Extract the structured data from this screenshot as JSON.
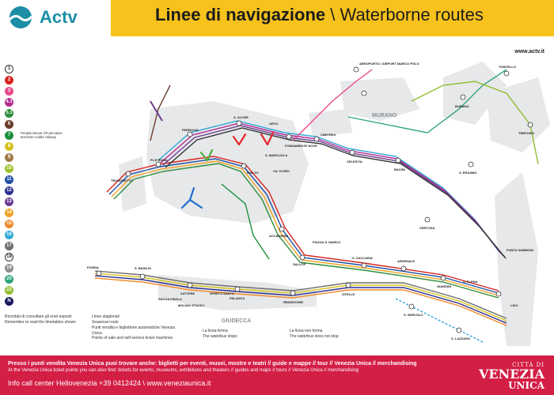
{
  "header": {
    "brand": "Actv",
    "title_bold": "Linee di navigazione",
    "title_sep": " \\ ",
    "title_en": "Waterborne routes",
    "url": "www.actv.it"
  },
  "legend": {
    "lines": [
      {
        "id": "1",
        "color": "#ffffff",
        "text": "#333333",
        "border": "#333333"
      },
      {
        "id": "2",
        "color": "#d9231d",
        "text": "#ffffff"
      },
      {
        "id": "3",
        "color": "#e94a8a",
        "text": "#ffffff"
      },
      {
        "id": "4.1",
        "color": "#b3288f",
        "text": "#ffffff"
      },
      {
        "id": "5.1",
        "color": "#2b8c3a",
        "text": "#ffffff"
      },
      {
        "id": "6",
        "color": "#6b3d2a",
        "text": "#ffffff"
      },
      {
        "id": "7",
        "color": "#1c8f3a",
        "text": "#ffffff"
      },
      {
        "id": "8",
        "color": "#d3c21d",
        "text": "#ffffff"
      },
      {
        "id": "9",
        "color": "#a27b4a",
        "text": "#ffffff"
      },
      {
        "id": "10",
        "color": "#9cbf2a",
        "text": "#ffffff"
      },
      {
        "id": "11",
        "color": "#1e4fa3",
        "text": "#ffffff"
      },
      {
        "id": "12",
        "color": "#2d2f8f",
        "text": "#ffffff"
      },
      {
        "id": "13",
        "color": "#6a3d91",
        "text": "#ffffff"
      },
      {
        "id": "14",
        "color": "#f2a11f",
        "text": "#ffffff"
      },
      {
        "id": "15",
        "color": "#f08a2a",
        "text": "#ffffff"
      },
      {
        "id": "16",
        "color": "#2fa8d7",
        "text": "#ffffff"
      },
      {
        "id": "17",
        "color": "#6e6e6e",
        "text": "#ffffff"
      },
      {
        "id": "18",
        "color": "#ffffff",
        "text": "#333333",
        "border": "#333333"
      },
      {
        "id": "19",
        "color": "#8e8e8e",
        "text": "#ffffff"
      },
      {
        "id": "20",
        "color": "#2ba37a",
        "text": "#ffffff"
      },
      {
        "id": "22",
        "color": "#8fbf2f",
        "text": "#ffffff"
      },
      {
        "id": "N",
        "color": "#1a1a5e",
        "text": "#ffffff"
      }
    ],
    "people_mover": "People Mover //Funicolare terrestre Cable railway"
  },
  "map_labels": {
    "areas": [
      "MURANO",
      "GIUDECCA"
    ],
    "stations": [
      {
        "name": "AEROPORTO / AIRPORT MARCO POLO"
      },
      {
        "name": "S. ALVISE"
      },
      {
        "name": "ORTO"
      },
      {
        "name": "FONDAMENTE NOVE"
      },
      {
        "name": "CIMITERO"
      },
      {
        "name": "CELESTIA"
      },
      {
        "name": "BACINI"
      },
      {
        "name": "FERROVIA"
      },
      {
        "name": "P.LE ROMA"
      },
      {
        "name": "TRONCHETTO"
      },
      {
        "name": "S. MARCUOLA"
      },
      {
        "name": "CA' D'ORO"
      },
      {
        "name": "RIALTO"
      },
      {
        "name": "ACCADEMIA"
      },
      {
        "name": "S. ZACCARIA"
      },
      {
        "name": "ARSENALE"
      },
      {
        "name": "PIAZZA S. MARCO"
      },
      {
        "name": "ZATTERE"
      },
      {
        "name": "SPIRITO SANTO"
      },
      {
        "name": "SALUTE"
      },
      {
        "name": "GIARDINI"
      },
      {
        "name": "S. ELENA"
      },
      {
        "name": "REDENTORE"
      },
      {
        "name": "ZITELLE"
      },
      {
        "name": "PALANCA"
      },
      {
        "name": "S. BASILIO"
      },
      {
        "name": "FUSINA"
      },
      {
        "name": "SACCA FISOLA"
      },
      {
        "name": "MOLINO STUCKY"
      },
      {
        "name": "LIDO"
      },
      {
        "name": "PUNTA SABBIONI"
      },
      {
        "name": "CERTOSA"
      },
      {
        "name": "S. ERASMO"
      },
      {
        "name": "TORCELLO"
      },
      {
        "name": "BURANO"
      },
      {
        "name": "TREPORTI"
      },
      {
        "name": "S. SERVOLO"
      },
      {
        "name": "S. LAZZARO"
      }
    ]
  },
  "notes": [
    {
      "title": "Ricordati di consultare gli orari esposti",
      "sub": "Remember to read the timetables shown"
    },
    {
      "title": "Linee stagionali",
      "sub": "Seasonal route"
    },
    {
      "title": "Punti vendita e biglietterie automatiche Venezia Unica",
      "sub": "Points of sale and self-service ticket machines"
    },
    {
      "title": "La linea ferma",
      "sub": "The waterbus stops"
    },
    {
      "title": "La linea non ferma",
      "sub": "The waterbus does not stop"
    }
  ],
  "footer": {
    "line1": "Presso i punti vendita Venezia Unica puoi trovare anche: biglietti per eventi, musei, mostre e teatri // guide e mappe // tour // Venezia Unica // merchandising",
    "line2": "At the Venezia Unica ticket points you can also find: tickets for events, museums, exhibitions and theaters // guides and maps // tours // Venezia Unica // merchandising",
    "line3": "Info call center Hellovenezia +39 0412424 \\ www.veneziaunica.it",
    "brand_city": "CITTÀ DI",
    "brand_1": "VENEZIA",
    "brand_2": "UNICA"
  },
  "colors": {
    "header_yellow": "#f7c21b",
    "actv_teal": "#1b8ea6",
    "footer_red": "#d31e45",
    "land": "#e6e8ea"
  }
}
